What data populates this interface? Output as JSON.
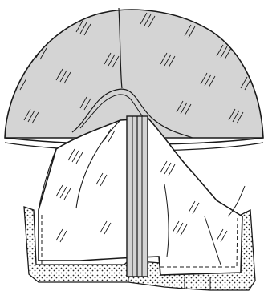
{
  "figure": {
    "kind": "sewing-illustration",
    "colors": {
      "outline": "#1a1a1a",
      "gray_fabric": "#d4d4d4",
      "white_fabric": "#ffffff",
      "dot_texture": "#2a2a2a",
      "background": "#ffffff"
    },
    "parts": [
      "gray-rounded-panel",
      "white-fabric-panel",
      "zipper-tape",
      "dotted-facing",
      "stitching-lines",
      "hatch-texture"
    ]
  }
}
